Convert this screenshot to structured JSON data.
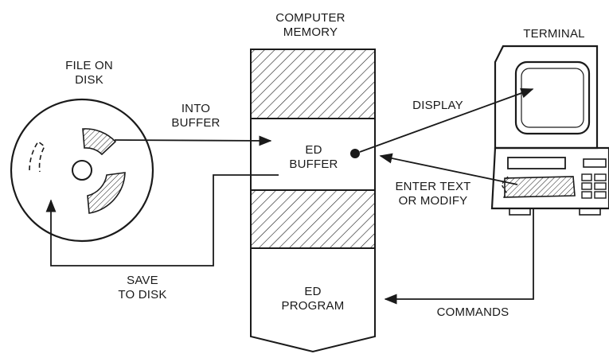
{
  "labels": {
    "file_on_disk": [
      "FILE ON",
      "DISK"
    ],
    "computer_memory": [
      "COMPUTER",
      "MEMORY"
    ],
    "terminal": "TERMINAL",
    "into_buffer": [
      "INTO",
      "BUFFER"
    ],
    "display": "DISPLAY",
    "ed_buffer": [
      "ED",
      "BUFFER"
    ],
    "enter_text": [
      "ENTER TEXT",
      "OR MODIFY"
    ],
    "save_to_disk": [
      "SAVE",
      "TO DISK"
    ],
    "ed_program": [
      "ED",
      "PROGRAM"
    ],
    "commands": "COMMANDS"
  },
  "colors": {
    "ink": "#1a1a1a",
    "paper": "#ffffff"
  }
}
